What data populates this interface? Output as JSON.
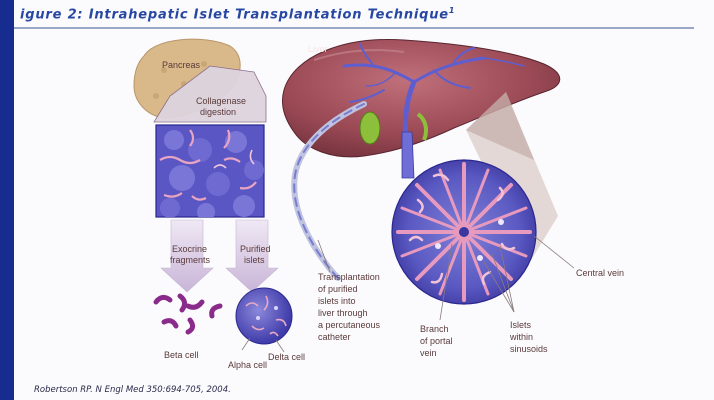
{
  "figure": {
    "title": "igure 2: Intrahepatic Islet Transplantation Technique",
    "title_superscript": "1",
    "citation": "Robertson RP. N Engl Med 350:694-705, 2004."
  },
  "labels": {
    "pancreas": "Pancreas",
    "collagenase_l1": "Collagenase",
    "collagenase_l2": "digestion",
    "liver": "Liver",
    "exocrine_l1": "Exocrine",
    "exocrine_l2": "fragments",
    "purified_l1": "Purified",
    "purified_l2": "islets",
    "transplant_l1": "Transplantation",
    "transplant_l2": "of purified",
    "transplant_l3": "islets into",
    "transplant_l4": "liver through",
    "transplant_l5": "a percutaneous",
    "transplant_l6": "catheter",
    "central_vein": "Central vein",
    "portal_l1": "Branch",
    "portal_l2": "of portal",
    "portal_l3": "vein",
    "sinusoids_l1": "Islets",
    "sinusoids_l2": "within",
    "sinusoids_l3": "sinusoids",
    "beta_cell": "Beta cell",
    "alpha_cell": "Alpha cell",
    "delta_cell": "Delta cell"
  },
  "colors": {
    "frame_stripe": "#162c8f",
    "title": "#2747a3",
    "liver": "#9b4a55",
    "pancreas": "#d9b98a",
    "tissue": "#3f3aa6",
    "islet_pink": "#e3a3bd"
  }
}
